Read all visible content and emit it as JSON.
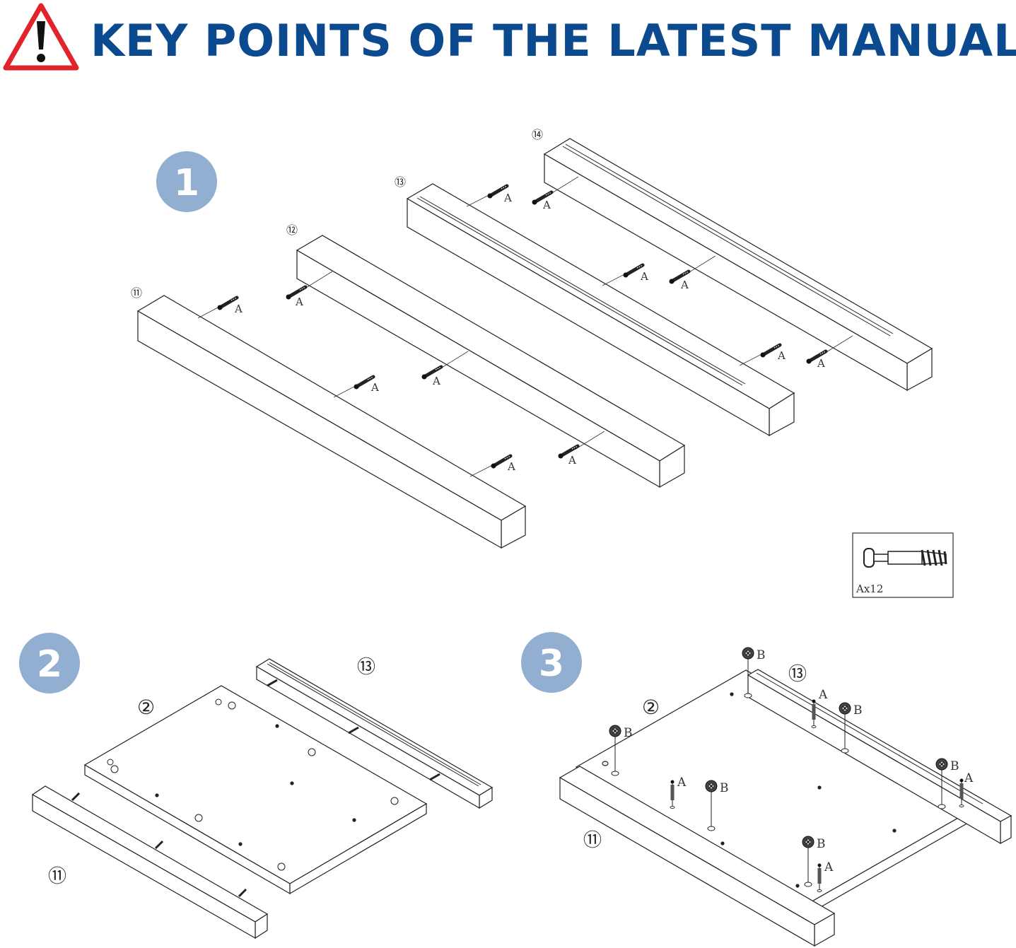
{
  "header": {
    "title": "KEY POINTS OF THE LATEST MANUAL",
    "warning_icon": "warning-triangle-icon",
    "title_color": "#0b4a8f",
    "warning_color": "#e0242b"
  },
  "steps": {
    "step1": {
      "number": "1"
    },
    "step2": {
      "number": "2"
    },
    "step3": {
      "number": "3"
    },
    "badge_color": "#92aed0"
  },
  "parts": {
    "p11": "⑪",
    "p12": "⑫",
    "p13": "⑬",
    "p14": "⑭",
    "p2": "②"
  },
  "hardware": {
    "cam_bolt_label": "A",
    "cam_lock_label": "B"
  },
  "legend": {
    "quantity": "Ax12",
    "icon": "cam-bolt-icon"
  }
}
